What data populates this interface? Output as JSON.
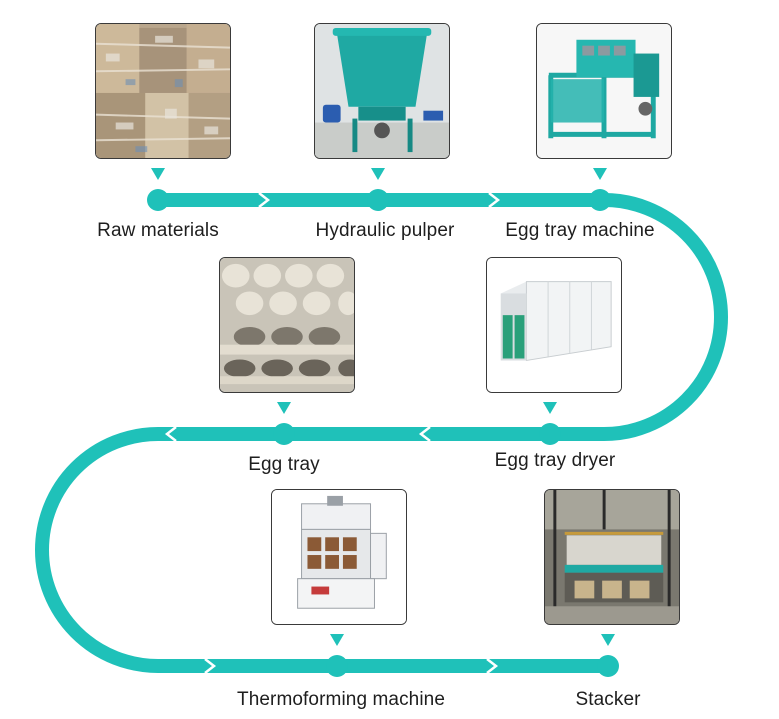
{
  "accent_color": "#1fc1b9",
  "steps": [
    {
      "label": "Raw materials",
      "image_icon": "baled-waste-paper-photo"
    },
    {
      "label": "Hydraulic pulper",
      "image_icon": "teal-pulper-tank-photo"
    },
    {
      "label": "Egg tray machine",
      "image_icon": "egg-tray-forming-machine-photo"
    },
    {
      "label": "Egg tray dryer",
      "image_icon": "drying-oven-cabinet-photo"
    },
    {
      "label": "Egg tray",
      "image_icon": "stacked-egg-trays-photo"
    },
    {
      "label": "Thermoforming machine",
      "image_icon": "hot-press-machine-photo"
    },
    {
      "label": "Stacker",
      "image_icon": "tray-stacker-machine-photo"
    }
  ]
}
